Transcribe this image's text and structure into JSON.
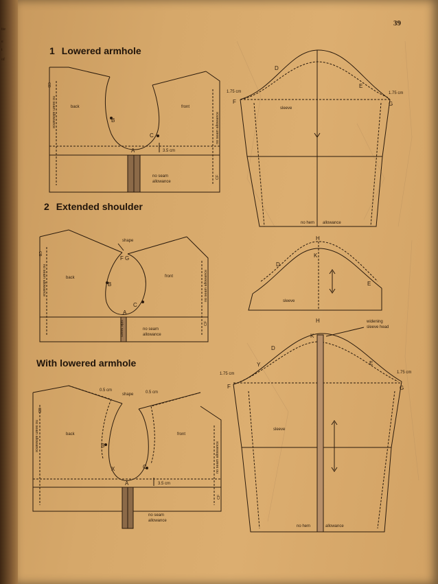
{
  "page": {
    "number": "39"
  },
  "headings": {
    "lowered": {
      "num": "1",
      "text": "Lowered armhole"
    },
    "extended": {
      "num": "2",
      "text": "Extended shoulder"
    },
    "with_lowered": {
      "text": "With lowered armhole"
    }
  },
  "labels": {
    "back": "back",
    "front": "front",
    "sleeve": "sleeve",
    "cb": "CB",
    "cf": "CF",
    "no_seam_allowance": "no seam allowance",
    "no_seam": "no seam",
    "allowance": "allowance",
    "no_hem": "no hem",
    "shape": "shape",
    "side_seam": "side seam",
    "widening": "widening",
    "sleeve_head": "sleeve head"
  },
  "measures": {
    "m175": "1.75 cm",
    "m35": "3.5 cm",
    "m05": "0.5 cm"
  },
  "points": {
    "a": "A",
    "b": "B",
    "c": "C",
    "d": "D",
    "e": "E",
    "f": "F",
    "g": "G",
    "h": "H",
    "k": "K",
    "x": "X",
    "y": "Y"
  }
}
